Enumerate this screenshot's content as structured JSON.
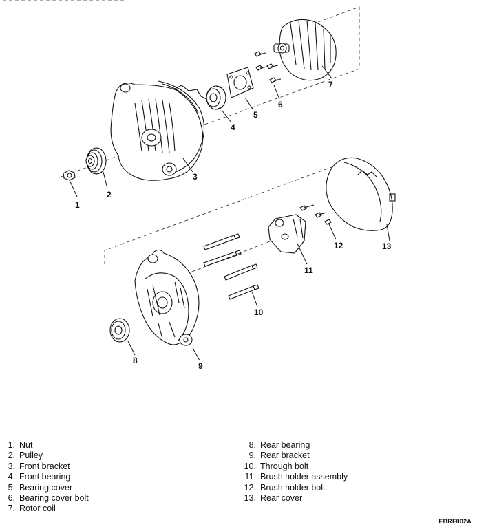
{
  "callouts": {
    "c1": "1",
    "c2": "2",
    "c3": "3",
    "c4": "4",
    "c5": "5",
    "c6": "6",
    "c7": "7",
    "c8": "8",
    "c9": "9",
    "c10": "10",
    "c11": "11",
    "c12": "12",
    "c13": "13"
  },
  "legend_left": [
    {
      "num": "1.",
      "label": "Nut"
    },
    {
      "num": "2.",
      "label": "Pulley"
    },
    {
      "num": "3.",
      "label": "Front bracket"
    },
    {
      "num": "4.",
      "label": "Front bearing"
    },
    {
      "num": "5.",
      "label": "Bearing cover"
    },
    {
      "num": "6.",
      "label": "Bearing cover bolt"
    },
    {
      "num": "7.",
      "label": "Rotor coil"
    }
  ],
  "legend_right": [
    {
      "num": "8.",
      "label": "Rear bearing"
    },
    {
      "num": "9.",
      "label": "Rear bracket"
    },
    {
      "num": "10.",
      "label": "Through bolt"
    },
    {
      "num": "11.",
      "label": "Brush holder assembly"
    },
    {
      "num": "12.",
      "label": "Brush holder bolt"
    },
    {
      "num": "13.",
      "label": "Rear cover"
    }
  ],
  "figure_code": "EBRF002A"
}
